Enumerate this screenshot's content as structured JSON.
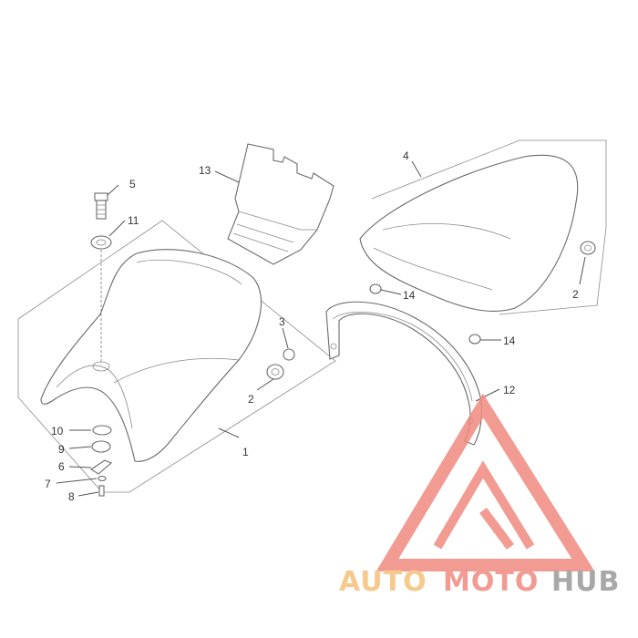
{
  "diagram": {
    "callouts": {
      "c1": "1",
      "c2a": "2",
      "c2b": "2",
      "c3": "3",
      "c4": "4",
      "c5": "5",
      "c6": "6",
      "c7": "7",
      "c8": "8",
      "c9": "9",
      "c10": "10",
      "c11": "11",
      "c12": "12",
      "c13": "13",
      "c14a": "14",
      "c14b": "14"
    }
  },
  "watermark": {
    "part1": "AUTO",
    "part2": "MOTO",
    "part3": "HUB",
    "color_red": "#f08a80",
    "color_orange": "#f6c07a",
    "color_gray": "#9a9a9a"
  }
}
